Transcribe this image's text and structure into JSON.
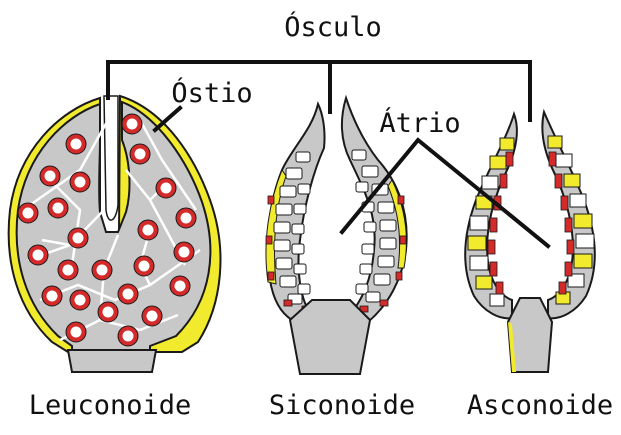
{
  "labels": {
    "osculo": "Ósculo",
    "ostio": "Óstio",
    "atrio": "Átrio",
    "leuconoide": "Leuconoide",
    "siconoide": "Siconoide",
    "asconoide": "Asconoide"
  },
  "colors": {
    "body": "#c8c8c8",
    "outer_layer": "#f2ea2c",
    "choanocyte": "#d42a2a",
    "chamber": "#ffffff",
    "outline": "#1a1a1a",
    "line": "#111111"
  }
}
